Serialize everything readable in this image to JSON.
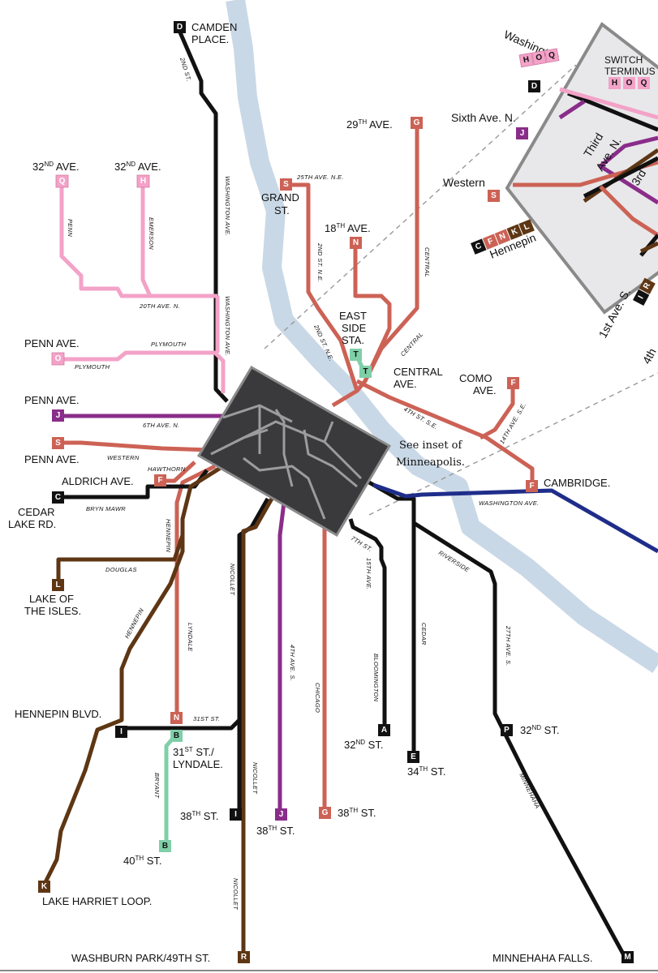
{
  "colors": {
    "river": "#c9d8e6",
    "black": "#111111",
    "pink": "#f3a2c8",
    "salmon": "#cc6255",
    "purple": "#8a2d8a",
    "brown": "#5e3614",
    "green": "#7fcfa8",
    "navy": "#1f2d8a",
    "downtown": "#3a3a3d",
    "downtown_lines": "#9c9c9c",
    "inset": "#e8e8ea"
  },
  "inset_note": {
    "line1": "See inset of",
    "line2": "Minneapolis."
  },
  "terminals": {
    "camden": {
      "route": "D",
      "label1": "CAMDEN",
      "label2": "PLACE."
    },
    "washington_inset": {
      "label": "Washington",
      "routes": [
        "H",
        "O",
        "Q"
      ],
      "route2": "D"
    },
    "switch_terminus": {
      "label1": "SWITCH",
      "label2": "TERMINUS",
      "routes": [
        "H",
        "O",
        "Q"
      ]
    },
    "sixth_ave_n": {
      "label": "Sixth Ave. N.",
      "route": "J"
    },
    "western_inset": {
      "label": "Western",
      "route": "S"
    },
    "hennepin_inset": {
      "label": "Hennepin",
      "routes": [
        "C",
        "F",
        "N",
        "K",
        "L"
      ]
    },
    "third_ave_n": {
      "label1": "Third",
      "label2": "Ave. N."
    },
    "third_inset": {
      "label": "3rd"
    },
    "first_ave_s": {
      "label": "1st Ave. S.",
      "routes": [
        "I",
        "R"
      ]
    },
    "fourth_inset": {
      "label": "4th"
    },
    "ave29": {
      "route": "G",
      "num": "29",
      "sup": "TH",
      "rest": " AVE."
    },
    "q32": {
      "route": "Q",
      "num": "32",
      "sup": "ND",
      "rest": " AVE."
    },
    "h32": {
      "route": "H",
      "num": "32",
      "sup": "ND",
      "rest": " AVE."
    },
    "grand": {
      "route": "S",
      "label1": "GRAND",
      "label2": "ST."
    },
    "ave18": {
      "route": "N",
      "num": "18",
      "sup": "TH",
      "rest": " AVE."
    },
    "east_side": {
      "route": "T",
      "label1": "EAST",
      "label2": "SIDE",
      "label3": "STA."
    },
    "central": {
      "label1": "CENTRAL",
      "label2": "AVE."
    },
    "como": {
      "route": "F",
      "label1": "COMO",
      "label2": "AVE."
    },
    "penn_o": {
      "route": "O",
      "label": "PENN AVE."
    },
    "penn_j": {
      "route": "J",
      "label": "PENN AVE."
    },
    "penn_s": {
      "route": "S",
      "label": "PENN AVE."
    },
    "aldrich": {
      "route": "F",
      "label": "ALDRICH AVE."
    },
    "cedar_lake": {
      "route": "C",
      "label1": "CEDAR",
      "label2": "LAKE RD."
    },
    "cambridge": {
      "route": "F",
      "label": "CAMBRIDGE."
    },
    "lake_isles": {
      "route": "L",
      "label1": "LAKE OF",
      "label2": "THE ISLES."
    },
    "hennepin_blvd": {
      "route": "I",
      "label": "HENNEPIN BLVD."
    },
    "st31_lyndale": {
      "route": "B",
      "num": "31",
      "sup": "ST",
      "rest": " ST./",
      "label2": "LYNDALE."
    },
    "st32_a": {
      "route": "A",
      "num": "32",
      "sup": "ND",
      "rest": " ST."
    },
    "st34_e": {
      "route": "E",
      "num": "34",
      "sup": "TH",
      "rest": " ST."
    },
    "st32_p": {
      "route": "P",
      "num": "32",
      "sup": "ND",
      "rest": " ST."
    },
    "st38_i": {
      "route": "I",
      "num": "38",
      "sup": "TH",
      "rest": " ST."
    },
    "st38_j": {
      "route": "J",
      "num": "38",
      "sup": "TH",
      "rest": " ST."
    },
    "st38_g": {
      "route": "G",
      "num": "38",
      "sup": "TH",
      "rest": " ST."
    },
    "st40_b": {
      "route": "B",
      "num": "40",
      "sup": "TH",
      "rest": " ST."
    },
    "lake_harriet": {
      "route": "K",
      "label": "LAKE HARRIET LOOP."
    },
    "washburn": {
      "route": "R",
      "label": "WASHBURN PARK/49TH ST."
    },
    "minnehaha_falls": {
      "route": "M",
      "label": "MINNEHAHA FALLS."
    },
    "n_31st": {
      "route": "N"
    }
  },
  "streets": {
    "second_st": "2ND ST.",
    "washington_ave": "WASHINGTON AVE.",
    "penn": "PENN",
    "emerson": "EMERSON",
    "ave20n": "20TH AVE. N.",
    "plymouth": "PLYMOUTH",
    "ave6n": "6TH AVE. N.",
    "western": "WESTERN",
    "hawthorn": "HAWTHORN",
    "bryn_mawr": "BRYN MAWR",
    "douglas": "DOUGLAS",
    "hennepin": "HENNEPIN",
    "lyndale": "LYNDALE",
    "nicollet": "NICOLLET",
    "st31": "31ST ST.",
    "bryant": "BRYANT",
    "ave4s": "4TH AVE. S.",
    "chicago": "CHICAGO",
    "st7": "7TH ST.",
    "ave15": "15TH AVE.",
    "bloomington": "BLOOMINGTON",
    "cedar": "CEDAR",
    "riverside": "RIVERSIDE",
    "ave27s": "27TH AVE. S.",
    "minnehaha": "MINNEHAHA",
    "ave25ne": "25TH AVE. N.E.",
    "st2ne": "2ND ST. N.E.",
    "central": "CENTRAL",
    "st4se": "4TH ST. S.E.",
    "ave14se": "14TH AVE. S.E.",
    "washington_se": "WASHINGTON AVE."
  }
}
